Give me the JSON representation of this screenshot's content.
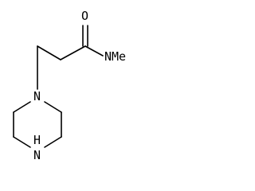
{
  "molecule": {
    "atoms": {
      "oxygen": "O",
      "amide_nitrogen": "NMe",
      "ring_nitrogen": "N",
      "ring_nh": "H\nN",
      "ring_nh_h": "H",
      "ring_nh_n": "N"
    }
  }
}
